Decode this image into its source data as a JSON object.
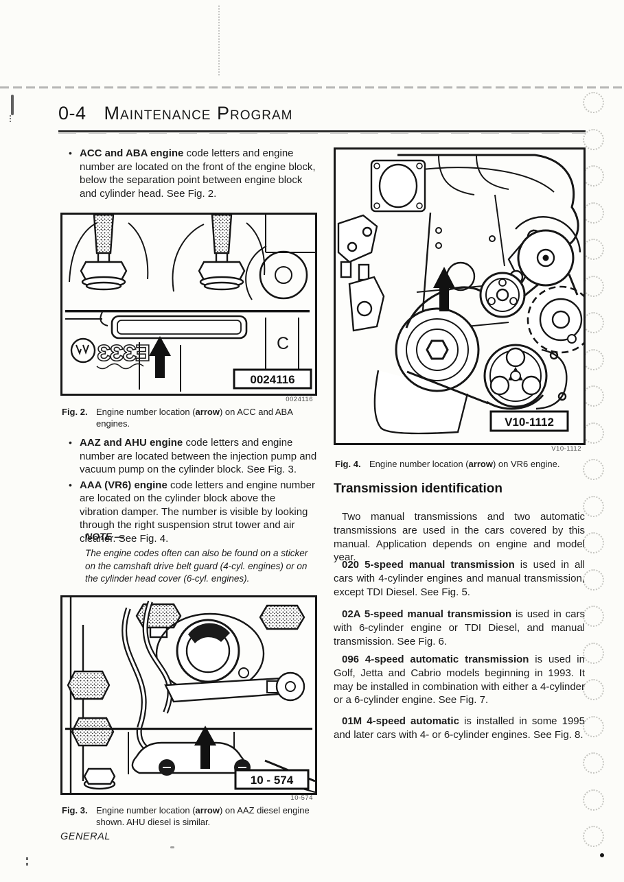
{
  "colors": {
    "ink": "#1a1a1a",
    "paper": "#fcfcf9"
  },
  "page": {
    "number": "0-4",
    "title": "Maintenance Program",
    "footer": "GENERAL"
  },
  "left_column": {
    "bullets": [
      {
        "lead": "ACC and ABA engine",
        "rest": " code letters and engine number are located on the front of the engine block, below the separation point between engine block and cylinder head. See Fig. 2."
      },
      {
        "lead": "AAZ and AHU engine",
        "rest": " code letters and engine number are located between the injection pump and vacuum pump on the cylinder block. See Fig. 3."
      },
      {
        "lead": "AAA (VR6) engine",
        "rest": " code letters and engine number are located on the cylinder block above the vibration damper. The number is visible by looking through the right suspension strut tower and air cleaner. See Fig. 4."
      }
    ],
    "note": {
      "label": "NOTE —",
      "body": "The engine codes often can also be found on a sticker on the camshaft drive belt guard (4-cyl. engines) or on the cylinder head cover (6-cyl. engines)."
    },
    "fig2": {
      "caption_label": "Fig. 2.",
      "caption_pre": "Engine number location (",
      "caption_bold": "arrow",
      "caption_post": ") on ACC and ABA engines.",
      "photo_code": "0024116",
      "code_label": "0024116",
      "letter": "C",
      "cast_marks": "ƐƐƐƎ"
    },
    "fig3": {
      "caption_label": "Fig. 3.",
      "caption_pre": "Engine number location (",
      "caption_bold": "arrow",
      "caption_post": ") on AAZ diesel engine shown. AHU diesel is similar.",
      "photo_code": "10-574",
      "code_label": "10 - 574"
    }
  },
  "right_column": {
    "fig4": {
      "caption_label": "Fig. 4.",
      "caption_pre": "Engine number location (",
      "caption_bold": "arrow",
      "caption_post": ") on VR6 engine.",
      "photo_code": "V10-1112",
      "code_label": "V10-1112"
    },
    "heading": "Transmission identification",
    "intro": "Two manual transmissions and two automatic transmissions are used in the cars covered by this manual. Application depends on engine and model year.",
    "paragraphs": [
      {
        "lead": "020 5-speed manual transmission",
        "rest": " is used in all cars with 4-cylinder engines and manual transmission, except TDI Diesel. See Fig. 5."
      },
      {
        "lead": "02A 5-speed manual transmission",
        "rest": " is used in cars with 6-cylinder engine or TDI Diesel, and manual transmission. See Fig. 6."
      },
      {
        "lead": "096 4-speed automatic transmission",
        "rest": " is used in Golf, Jetta and Cabrio models beginning in 1993. It may be installed in combination with either a 4-cylinder or a 6-cylinder engine. See Fig. 7."
      },
      {
        "lead": "01M 4-speed automatic",
        "rest": " is installed in some 1995 and later cars with 4- or 6-cylinder engines. See Fig. 8."
      }
    ]
  }
}
